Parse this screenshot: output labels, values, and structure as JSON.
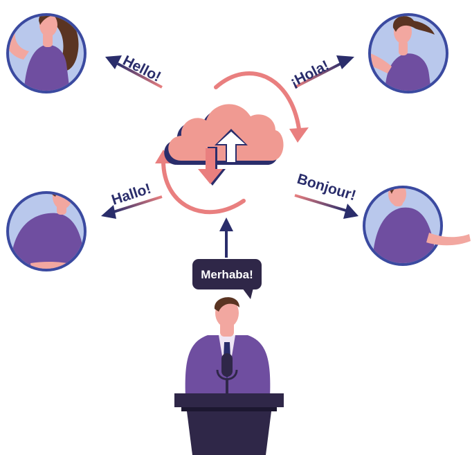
{
  "greetings": {
    "top_left": "Hello!",
    "top_right": "¡Hola!",
    "mid_left": "Hallo!",
    "mid_right": "Bonjour!"
  },
  "speaker": {
    "speech": "Merhaba!"
  },
  "colors": {
    "ring": "#3b4aa0",
    "avatar_bg": "#b9c8ec",
    "shirt": "#6f4ea0",
    "skin": "#f2a7a0",
    "hair": "#5a3422",
    "arrow_dark": "#2a2d6b",
    "arrow_pink": "#e97f7f",
    "cloud": "#f09a92",
    "podium": "#2f2748"
  },
  "icons": [
    "cloud-upload-download-icon",
    "cycle-arrows-icon",
    "microphone-icon"
  ]
}
